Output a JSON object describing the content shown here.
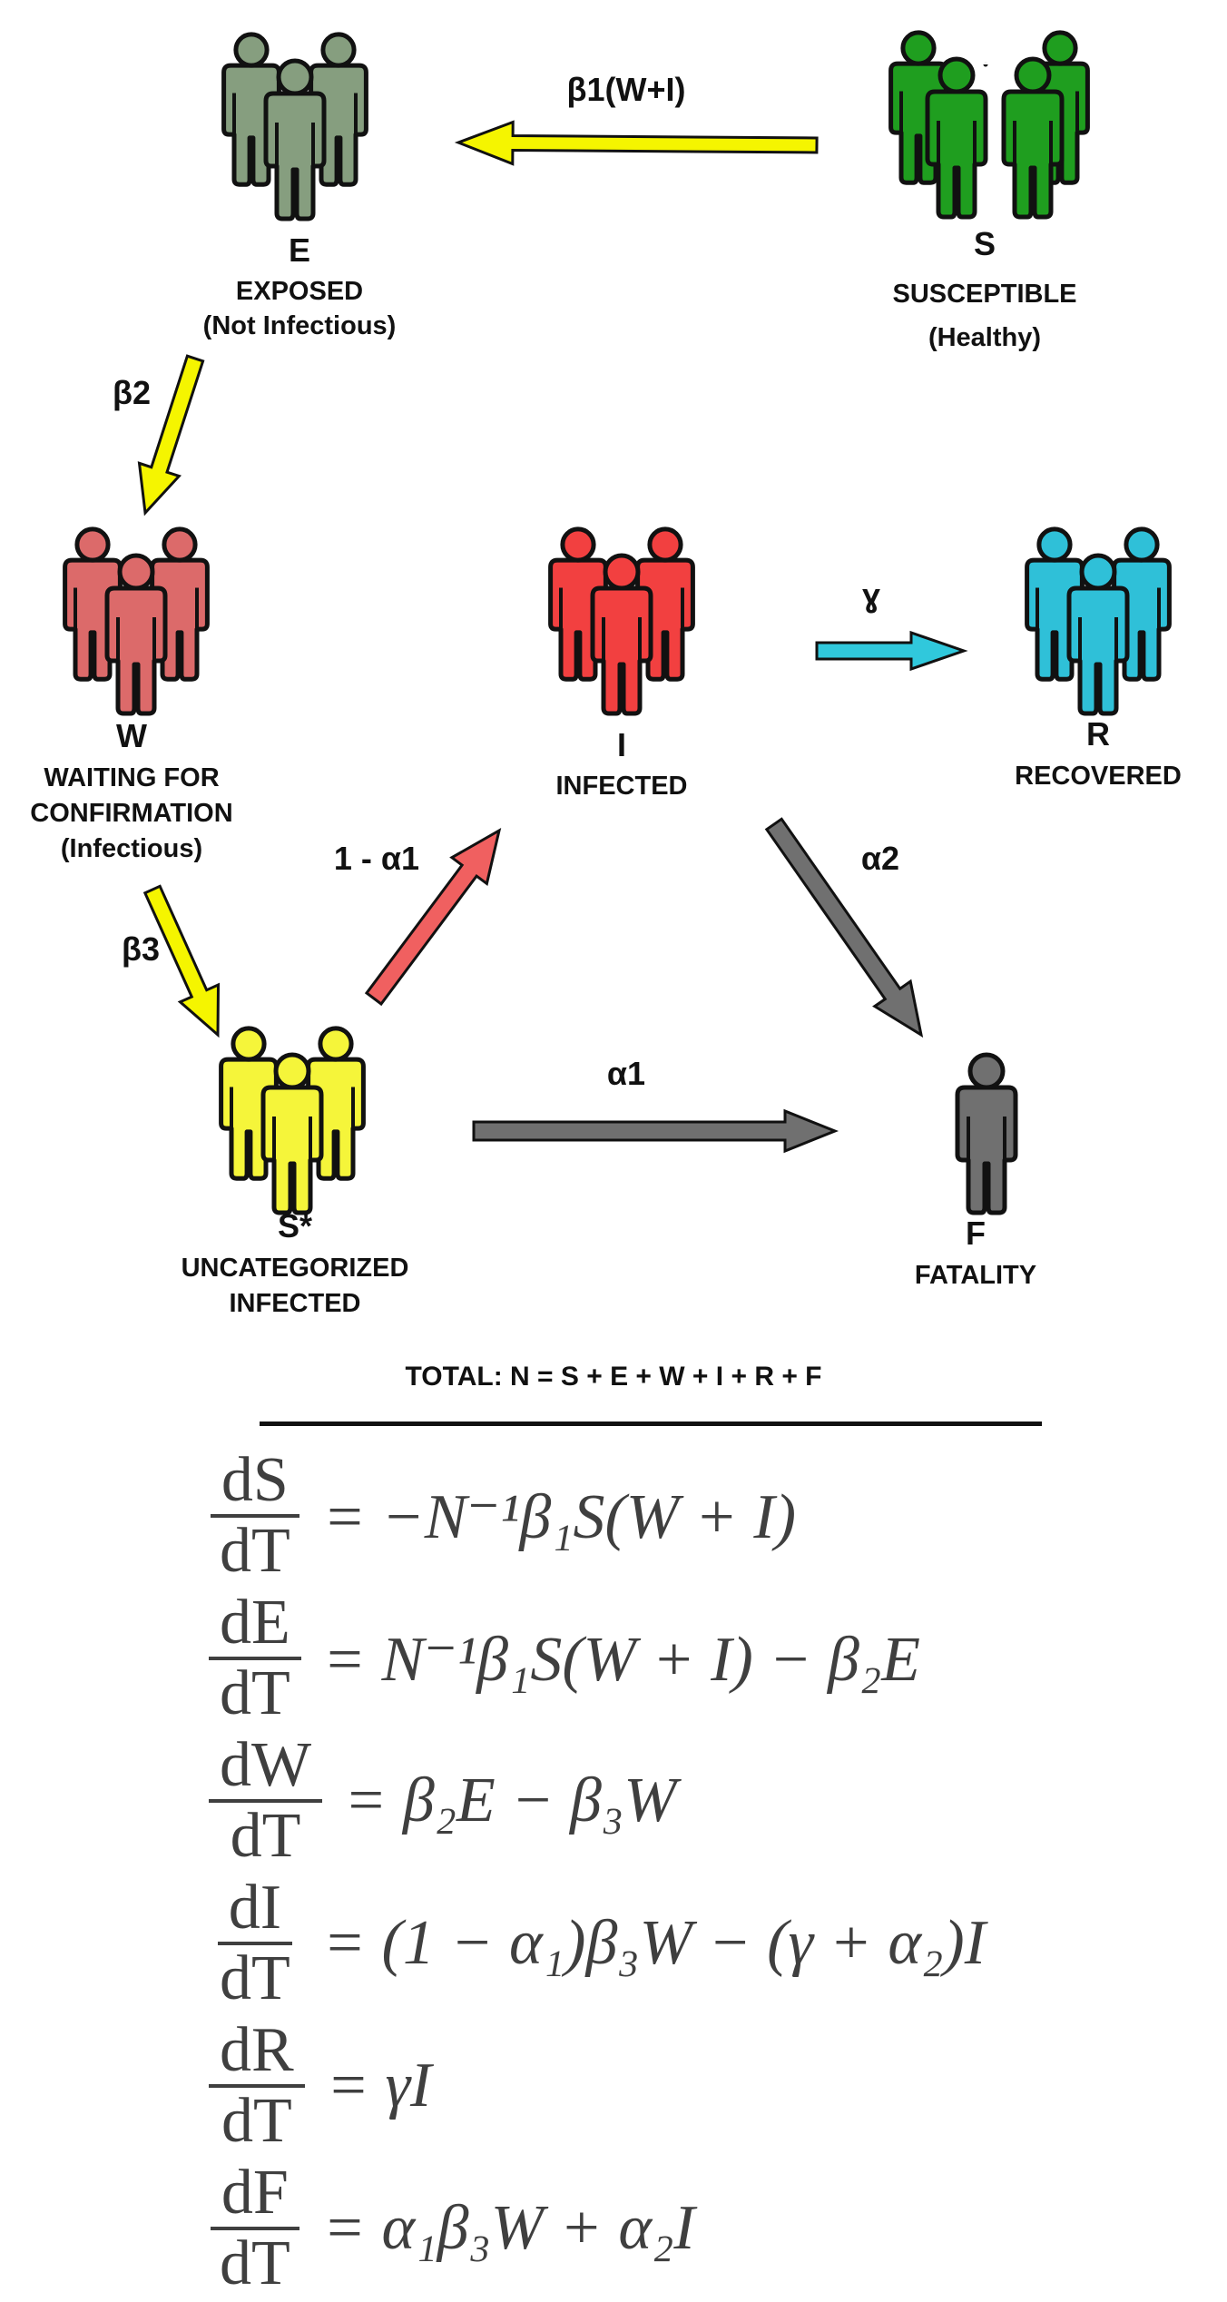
{
  "colors": {
    "susceptible": "#1f9e1f",
    "exposed": "#869e7f",
    "waiting": "#dc6a6a",
    "infected": "#f24040",
    "recovered": "#2fc0d8",
    "uncategorized": "#f5f53a",
    "fatality": "#707070",
    "arrow_yellow": "#f5f500",
    "arrow_red": "#f06060",
    "arrow_cyan": "#30c8dc",
    "arrow_gray": "#707070"
  },
  "nodes": {
    "S": {
      "letter": "S",
      "name": "SUSCEPTIBLE",
      "note": "(Healthy)",
      "icon": "people-group-icon"
    },
    "E": {
      "letter": "E",
      "name": "EXPOSED",
      "note": "(Not Infectious)",
      "icon": "people-group-icon"
    },
    "W": {
      "letter": "W",
      "name1": "WAITING FOR",
      "name2": "CONFIRMATION",
      "note": "(Infectious)",
      "icon": "people-group-icon"
    },
    "I": {
      "letter": "I",
      "name": "INFECTED",
      "icon": "people-group-icon"
    },
    "R": {
      "letter": "R",
      "name": "RECOVERED",
      "icon": "people-group-icon"
    },
    "Sstar": {
      "letter": "S*",
      "name1": "UNCATEGORIZED",
      "name2": "INFECTED",
      "icon": "people-group-icon"
    },
    "F": {
      "letter": "F",
      "name": "FATALITY",
      "icon": "person-icon"
    }
  },
  "rates": {
    "s_to_e": "β1(W+I)",
    "e_to_w": "β2",
    "w_to_sstar": "β3",
    "sstar_to_i": "1 - α1",
    "i_to_r": "ɣ",
    "i_to_f": "α2",
    "sstar_to_f": "α1"
  },
  "total": "TOTAL: N = S + E + W + I + R + F",
  "equations": [
    {
      "num": "dS",
      "den": "dT",
      "rhs": "= −N⁻¹β₁S(W + I)"
    },
    {
      "num": "dE",
      "den": "dT",
      "rhs": "= N⁻¹β₁S(W + I) − β₂E"
    },
    {
      "num": "dW",
      "den": "dT",
      "rhs": "= β₂E − β₃W"
    },
    {
      "num": "dI",
      "den": "dT",
      "rhs": "= (1 − α₁)β₃W − (γ + α₂)I"
    },
    {
      "num": "dR",
      "den": "dT",
      "rhs": "= γI"
    },
    {
      "num": "dF",
      "den": "dT",
      "rhs": "= α₁β₃W + α₂I"
    }
  ]
}
